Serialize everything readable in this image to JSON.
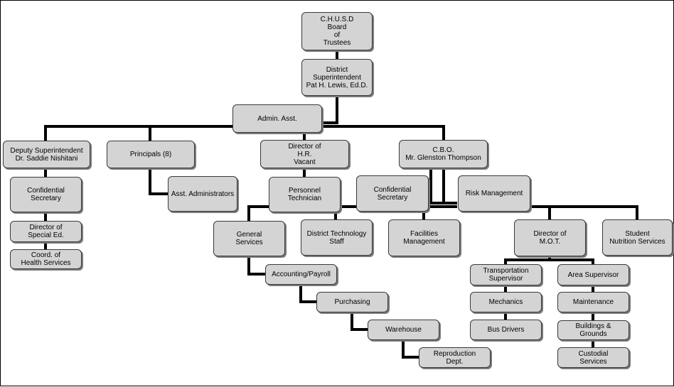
{
  "nodes": {
    "board": "C.H.U.S.D\nBoard\nof\nTrustees",
    "superintendent": "District\nSuperintendent\nPat H. Lewis, Ed.D.",
    "admin_asst": "Admin. Asst.",
    "deputy": "Deputy Superintendent\nDr. Saddie Nishitani",
    "principals": "Principals (8)",
    "director_hr": "Director of\nH.R.\nVacant",
    "cbo": "C.B.O.\nMr. Glenston Thompson",
    "confidential_secretary_left": "Confidential\nSecretary",
    "director_special_ed": "Director of\nSpecial Ed.",
    "coord_health": "Coord. of\nHealth Services",
    "asst_admin": "Asst. Administrators",
    "personnel_tech": "Personnel\nTechnician",
    "confidential_secretary_right": "Confidential\nSecretary",
    "risk_management": "Risk Management",
    "general_services": "General\nServices",
    "district_technology": "District Technology\nStaff",
    "facilities": "Facilities\nManagement",
    "director_mot": "Director of\nM.O.T.",
    "student_nutrition": "Student\nNutrition Services",
    "accounting": "Accounting/Payroll",
    "purchasing": "Purchasing",
    "warehouse": "Warehouse",
    "reproduction": "Reproduction\nDept.",
    "transportation": "Transportation\nSupervisor",
    "area_supervisor": "Area Supervisor",
    "mechanics": "Mechanics",
    "maintenance": "Maintenance",
    "bus_drivers": "Bus Drivers",
    "buildings_grounds": "Buildings &\nGrounds",
    "custodial": "Custodial\nServices"
  }
}
